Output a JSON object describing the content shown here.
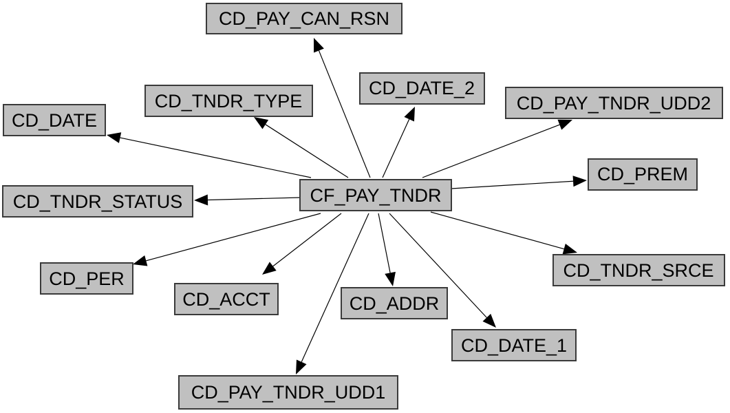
{
  "diagram": {
    "center": {
      "id": "center",
      "label": "CF_PAY_TNDR"
    },
    "nodes": [
      {
        "id": "pay_can_rsn",
        "label": "CD_PAY_CAN_RSN"
      },
      {
        "id": "date_2",
        "label": "CD_DATE_2"
      },
      {
        "id": "tndr_type",
        "label": "CD_TNDR_TYPE"
      },
      {
        "id": "date",
        "label": "CD_DATE"
      },
      {
        "id": "pay_tndr_udd2",
        "label": "CD_PAY_TNDR_UDD2"
      },
      {
        "id": "prem",
        "label": "CD_PREM"
      },
      {
        "id": "tndr_status",
        "label": "CD_TNDR_STATUS"
      },
      {
        "id": "tndr_srce",
        "label": "CD_TNDR_SRCE"
      },
      {
        "id": "per",
        "label": "CD_PER"
      },
      {
        "id": "acct",
        "label": "CD_ACCT"
      },
      {
        "id": "addr",
        "label": "CD_ADDR"
      },
      {
        "id": "date_1",
        "label": "CD_DATE_1"
      },
      {
        "id": "pay_tndr_udd1",
        "label": "CD_PAY_TNDR_UDD1"
      }
    ],
    "edges": [
      {
        "from": "center",
        "to": "pay_can_rsn"
      },
      {
        "from": "center",
        "to": "date_2"
      },
      {
        "from": "center",
        "to": "tndr_type"
      },
      {
        "from": "center",
        "to": "date"
      },
      {
        "from": "center",
        "to": "pay_tndr_udd2"
      },
      {
        "from": "center",
        "to": "prem"
      },
      {
        "from": "center",
        "to": "tndr_status"
      },
      {
        "from": "center",
        "to": "tndr_srce"
      },
      {
        "from": "center",
        "to": "per"
      },
      {
        "from": "center",
        "to": "acct"
      },
      {
        "from": "center",
        "to": "addr"
      },
      {
        "from": "center",
        "to": "date_1"
      },
      {
        "from": "center",
        "to": "pay_tndr_udd1"
      }
    ],
    "colors": {
      "node_fill": "#c0c0c0",
      "node_border": "#3a3a3a",
      "edge": "#000000",
      "text": "#000000"
    }
  }
}
